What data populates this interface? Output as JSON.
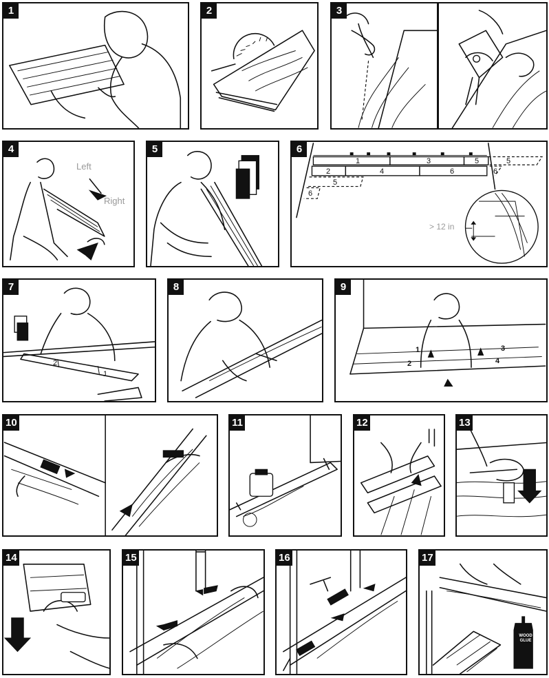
{
  "steps": [
    {
      "number": "1"
    },
    {
      "number": "2"
    },
    {
      "number": "3"
    },
    {
      "number": "4"
    },
    {
      "number": "5"
    },
    {
      "number": "6"
    },
    {
      "number": "7"
    },
    {
      "number": "8"
    },
    {
      "number": "9"
    },
    {
      "number": "10"
    },
    {
      "number": "11"
    },
    {
      "number": "12"
    },
    {
      "number": "13"
    },
    {
      "number": "14"
    },
    {
      "number": "15"
    },
    {
      "number": "16"
    },
    {
      "number": "17"
    }
  ],
  "step4": {
    "direction_from": "Left",
    "direction_to": "Right"
  },
  "step6": {
    "row1": [
      "1",
      "3",
      "5",
      "5"
    ],
    "row2": [
      "2",
      "4",
      "6",
      "6"
    ],
    "row3": [
      "5"
    ],
    "row4": [
      "6"
    ],
    "gap_note": "> 12 in"
  },
  "step7": {
    "plank_labels": [
      "2",
      "1"
    ]
  },
  "step9": {
    "plank_labels": [
      "1",
      "2",
      "3",
      "4"
    ]
  },
  "step17": {
    "bottle_label": "WOOD GLUE"
  }
}
